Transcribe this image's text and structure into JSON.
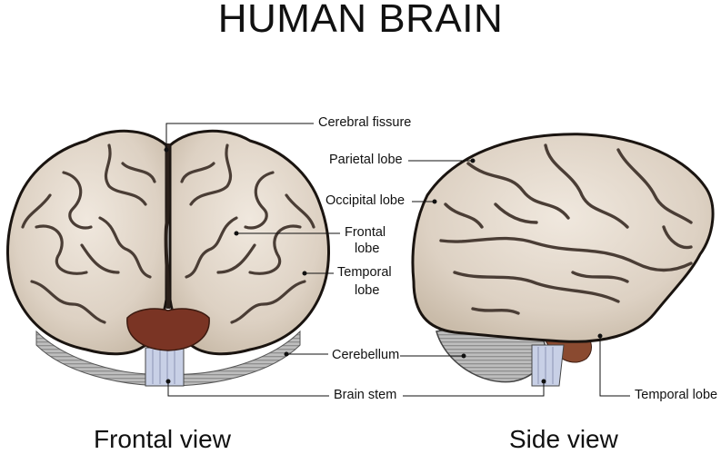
{
  "title": "HUMAN BRAIN",
  "captions": {
    "frontal": "Frontal view",
    "side": "Side view"
  },
  "labels": {
    "cerebral_fissure": "Cerebral fissure",
    "parietal_lobe": "Parietal lobe",
    "occipital_lobe": "Occipital lobe",
    "frontal_lobe_1": "Frontal",
    "frontal_lobe_2": "lobe",
    "temporal_lobe_1": "Temporal",
    "temporal_lobe_2": "lobe",
    "cerebellum": "Cerebellum",
    "brain_stem": "Brain stem",
    "temporal_lobe_side": "Temporal lobe"
  },
  "colors": {
    "cortex": "#d9cdbf",
    "cortex_light": "#ece4da",
    "sulci": "#4a3d35",
    "outline": "#1a1410",
    "cerebellum": "#b9b9b9",
    "brain_stem": "#c8d0e6",
    "midbrain": "#7a3424"
  }
}
